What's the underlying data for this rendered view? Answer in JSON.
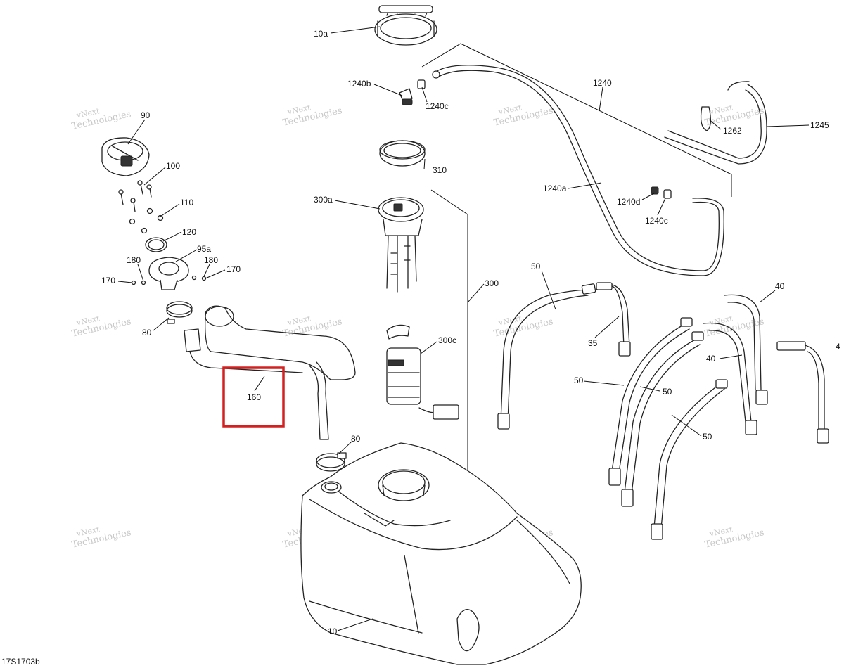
{
  "diagram": {
    "drawing_code": "17S1703b",
    "watermark": {
      "line1": "vNext",
      "line2": "Technologies"
    },
    "highlight_color": "#d32020",
    "highlighted_part": "160",
    "callouts": {
      "p10a": "10a",
      "p1240b": "1240b",
      "p1240c_a": "1240c",
      "p1240": "1240",
      "p1245": "1245",
      "p1262": "1262",
      "p90": "90",
      "p100": "100",
      "p110": "110",
      "p120": "120",
      "p95a": "95a",
      "p180a": "180",
      "p180b": "180",
      "p170a": "170",
      "p170b": "170",
      "p80a": "80",
      "p310": "310",
      "p300a": "300a",
      "p1240a": "1240a",
      "p1240d": "1240d",
      "p1240c_b": "1240c",
      "p300": "300",
      "p300c": "300c",
      "p160": "160",
      "p80b": "80",
      "p50a": "50",
      "p35": "35",
      "p40a": "40",
      "p40b": "40",
      "p4x": "4",
      "p50b": "50",
      "p50c": "50",
      "p50d": "50",
      "p10": "10"
    }
  }
}
